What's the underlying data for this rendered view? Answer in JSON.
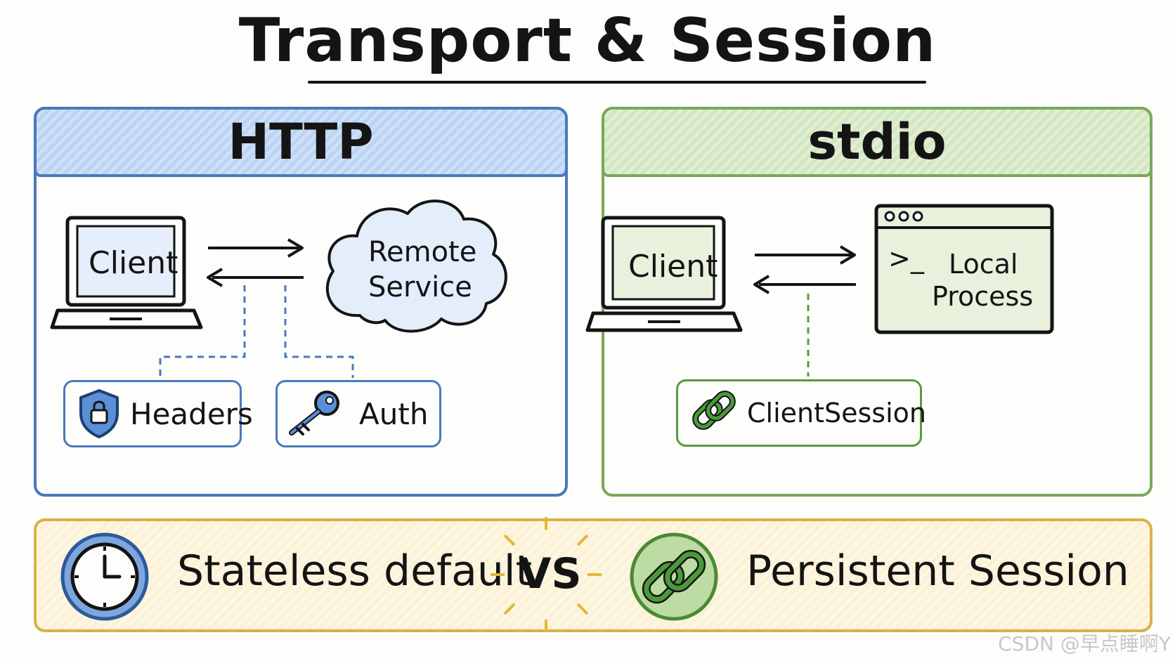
{
  "title": "Transport & Session",
  "http": {
    "header": "HTTP",
    "client_label": "Client",
    "remote_label_line1": "Remote",
    "remote_label_line2": "Service",
    "headers_label": "Headers",
    "auth_label": "Auth"
  },
  "stdio": {
    "header": "stdio",
    "client_label": "Client",
    "process_prompt": ">_",
    "process_label_line1": "Local",
    "process_label_line2": "Process",
    "session_label": "ClientSession"
  },
  "bottom": {
    "left_label": "Stateless default",
    "vs_label": "VS",
    "right_label": "Persistent Session"
  },
  "watermark": "CSDN @早点睡啊Y",
  "colors": {
    "http_accent": "#4a78bd",
    "stdio_accent": "#7aa85a",
    "bottom_accent": "#d9b14a"
  },
  "icons": {
    "client": "laptop-icon",
    "remote": "cloud-icon",
    "headers": "shield-lock-icon",
    "auth": "key-icon",
    "process": "terminal-window-icon",
    "session": "chain-link-icon",
    "stateless": "clock-icon",
    "persistent": "chain-link-icon"
  }
}
